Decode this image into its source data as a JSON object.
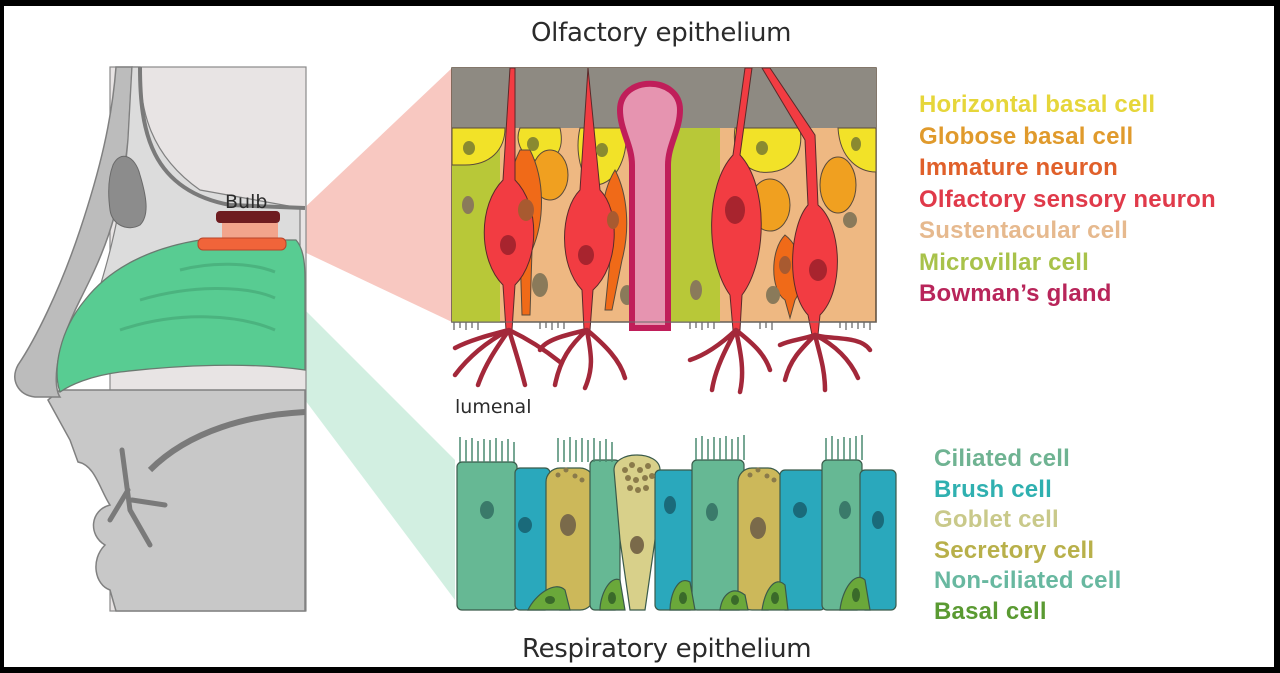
{
  "titles": {
    "olfactory": "Olfactory epithelium",
    "respiratory": "Respiratory epithelium"
  },
  "labels": {
    "bulb": "Bulb",
    "lumenal": "lumenal"
  },
  "olfactory_legend": [
    {
      "label": "Horizontal basal cell",
      "color": "#e6d63a"
    },
    {
      "label": "Globose basal cell",
      "color": "#e09a2c"
    },
    {
      "label": "Immature neuron",
      "color": "#e0602a"
    },
    {
      "label": "Olfactory sensory neuron",
      "color": "#e03a4a"
    },
    {
      "label": "Sustentacular cell",
      "color": "#e6b98e"
    },
    {
      "label": "Microvillar cell",
      "color": "#a8c24a"
    },
    {
      "label": "Bowman’s gland",
      "color": "#b8255a"
    }
  ],
  "respiratory_legend": [
    {
      "label": "Ciliated cell",
      "color": "#6fb392"
    },
    {
      "label": "Brush cell",
      "color": "#2fb0b0"
    },
    {
      "label": "Goblet cell",
      "color": "#c9c98a"
    },
    {
      "label": "Secretory cell",
      "color": "#b8b04a"
    },
    {
      "label": "Non-ciliated cell",
      "color": "#68b8a0"
    },
    {
      "label": "Basal cell",
      "color": "#5a9a32"
    }
  ],
  "palette": {
    "epithelium_mucus": "#8e8a82",
    "horizontal_basal": "#f2e228",
    "globose_basal": "#f0a020",
    "immature_neuron": "#f06a18",
    "osn": "#f23c42",
    "sustentacular": "#eeb882",
    "microvillar": "#b8c838",
    "bowman_wall": "#c01e5a",
    "bowman_lumen": "#e694b0",
    "dendrite": "#a3283a",
    "nasal_cavity": "#5acd94",
    "head_gray": "#c9c9c9",
    "bone_gray": "#a8a8a8",
    "bulb_dark": "#6e1c20",
    "olf_patch": "#f0643a",
    "ciliated": "#66b894",
    "brush": "#2aa8bc",
    "secretory": "#ccb85a",
    "goblet": "#d8d08a",
    "basal": "#6aa83a"
  }
}
